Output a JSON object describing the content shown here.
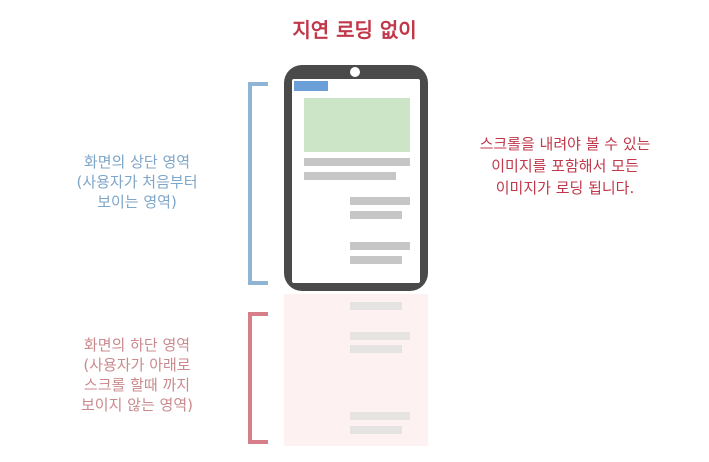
{
  "title": "지연 로딩 없이",
  "above_label": [
    "화면의 상단 영역",
    "(사용자가 처음부터",
    "보이는 영역)"
  ],
  "below_label": [
    "화면의 하단 영역",
    "(사용자가 아래로",
    "스크롤 할때 까지",
    "보이지 않는 영역)"
  ],
  "note": [
    "스크롤을 내려야 볼 수 있는",
    "이미지를 포함해서 모든",
    "이미지가 로딩 됩니다."
  ],
  "colors": {
    "title": "#c0384a",
    "note": "#c0384a",
    "above": "#7ea6c8",
    "below": "#c98a8e",
    "above_bracket": "#8fb4d4",
    "below_bracket": "#d77f88",
    "phone_body": "#4a4a4a",
    "tab_accent": "#6a9fd8",
    "image_placeholder": "#cce5c7",
    "below_region": "#fdf1f1"
  }
}
